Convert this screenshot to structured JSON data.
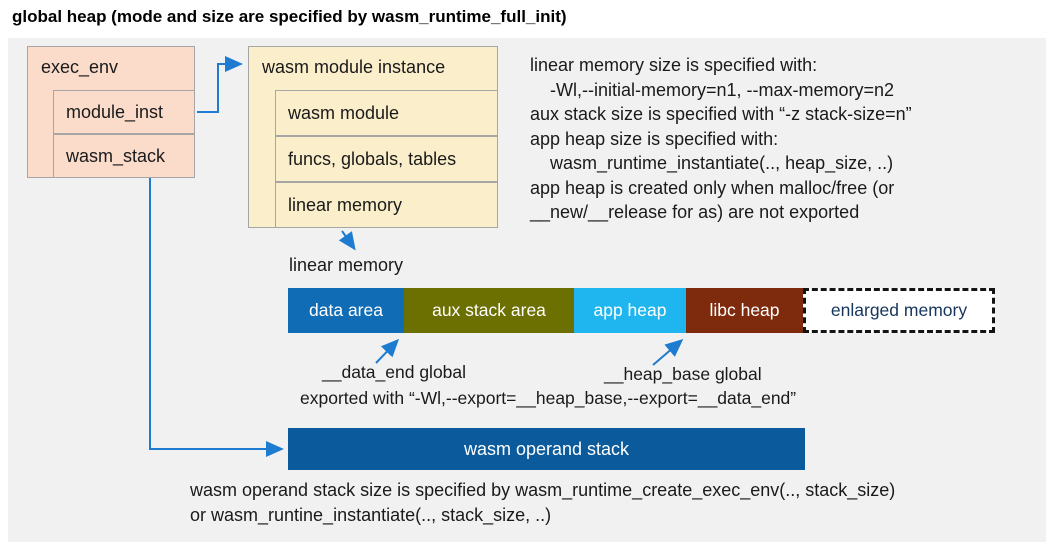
{
  "title": "global heap (mode and size are specified by wasm_runtime_full_init)",
  "colors": {
    "canvas": "#f1f1f1",
    "peach_box": "#fbdccb",
    "cream_box": "#fbeecb",
    "box_border": "#a6a6a6",
    "connector_blue": "#1e7cd0",
    "operand_stack_bar": "#0a5a9c",
    "enlarged_memory_text": "#16365c"
  },
  "exec_env": {
    "title": "exec_env",
    "rows": [
      {
        "label": "module_inst"
      },
      {
        "label": "wasm_stack"
      }
    ]
  },
  "module_instance": {
    "title": "wasm module instance",
    "rows": [
      {
        "label": "wasm module"
      },
      {
        "label": "funcs, globals, tables"
      },
      {
        "label": "linear memory"
      }
    ]
  },
  "notes": {
    "lines": [
      {
        "text": "linear memory size is specified with:"
      },
      {
        "text": "-Wl,--initial-memory=n1, --max-memory=n2"
      },
      {
        "text": "aux stack size is specified with “-z stack-size=n”"
      },
      {
        "text": "app heap size is specified with:"
      },
      {
        "text": "wasm_runtime_instantiate(.., heap_size, ..)"
      },
      {
        "text": "app heap is created only when malloc/free (or"
      },
      {
        "text": "__new/__release for as) are not exported"
      }
    ]
  },
  "linear_memory": {
    "label": "linear memory",
    "segments": [
      {
        "label": "data area",
        "color": "#0f6cb5"
      },
      {
        "label": "aux stack area",
        "color": "#6c7000"
      },
      {
        "label": "app heap",
        "color": "#1fb6ef"
      },
      {
        "label": "libc heap",
        "color": "#7e2a0d"
      },
      {
        "label": "enlarged memory",
        "color": "#ffffff",
        "border_style": "dashed"
      }
    ]
  },
  "annotations": {
    "data_end": "__data_end global",
    "heap_base": "__heap_base global",
    "exported": "exported with “-Wl,--export=__heap_base,--export=__data_end”"
  },
  "operand_stack": {
    "label": "wasm operand stack"
  },
  "footer": {
    "lines": [
      "wasm operand stack size is specified by wasm_runtime_create_exec_env(.., stack_size)",
      "or wasm_runtine_instantiate(.., stack_size, ..)"
    ]
  }
}
